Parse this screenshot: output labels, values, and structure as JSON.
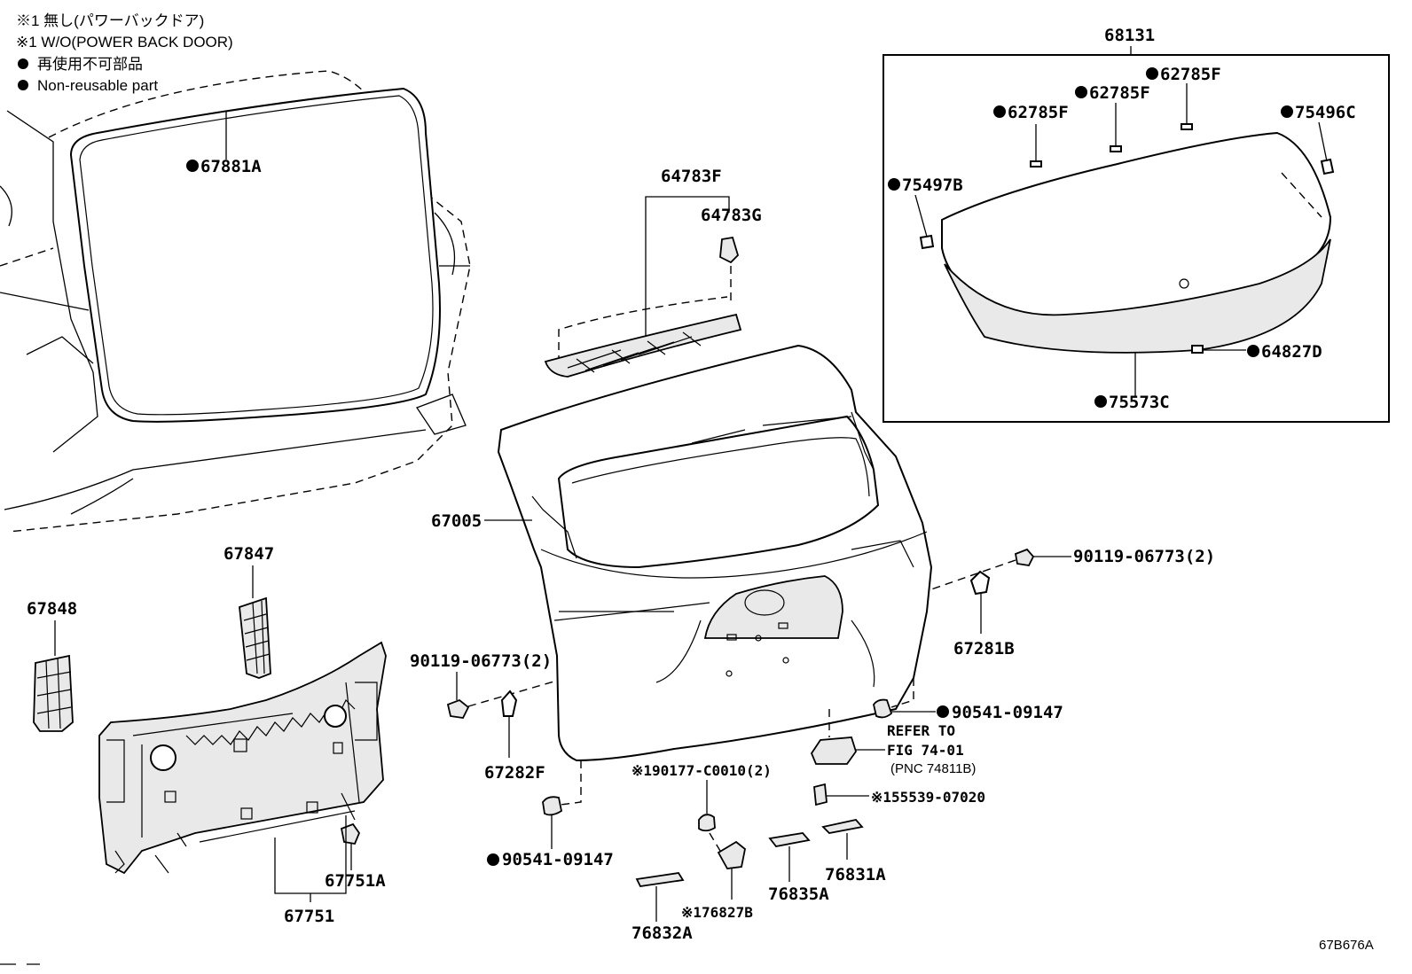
{
  "notes": {
    "line1": "※1 無し(パワーバックドア)",
    "line2": "※1 W/O(POWER BACK DOOR)",
    "line3": "再使用不可部品",
    "line4": "Non-reusable part"
  },
  "labels": {
    "p68131": "68131",
    "p62785F_a": "62785F",
    "p62785F_b": "62785F",
    "p62785F_c": "62785F",
    "p75496C": "75496C",
    "p75497B": "75497B",
    "p64827D": "64827D",
    "p75573C": "75573C",
    "p67881A": "67881A",
    "p64783F": "64783F",
    "p64783G": "64783G",
    "p67005": "67005",
    "p90119_right": "90119-06773(2)",
    "p67281B": "67281B",
    "p90541_right": "90541-09147",
    "refer1": "REFER TO",
    "refer2": "FIG 74-01",
    "refer3": "(PNC 74811B)",
    "p67847": "67847",
    "p67848": "67848",
    "p90119_left": "90119-06773(2)",
    "p67282F": "67282F",
    "p90177": "※190177-C0010(2)",
    "p55539": "※155539-07020",
    "p90541_left": "90541-09147",
    "p67751A": "67751A",
    "p67751": "67751",
    "p76831A": "76831A",
    "p76835A": "76835A",
    "p76827B": "※176827B",
    "p76832A": "76832A",
    "figcode": "67B676A"
  }
}
